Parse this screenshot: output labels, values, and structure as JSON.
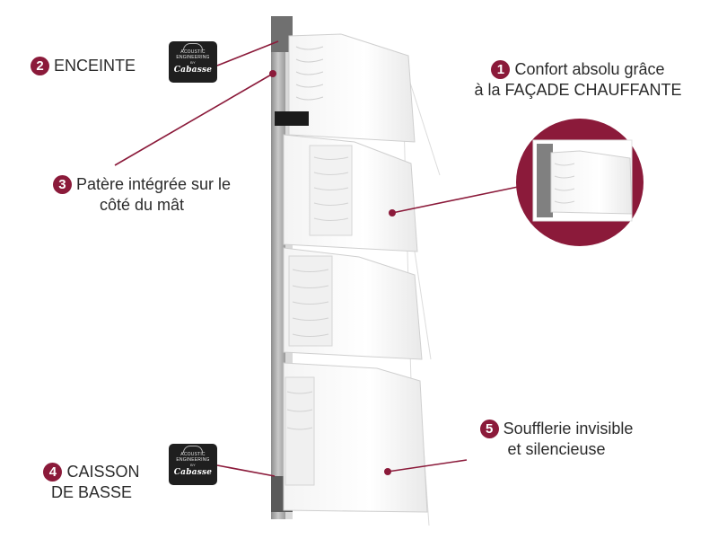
{
  "theme": {
    "accent": "#8b1a3a",
    "line": "#8b1a3a"
  },
  "callouts": [
    {
      "number": "1",
      "lines": [
        "Confort absolu grâce",
        "à la FAÇADE CHAUFFANTE"
      ]
    },
    {
      "number": "2",
      "lines": [
        "ENCEINTE"
      ]
    },
    {
      "number": "3",
      "lines": [
        "Patère intégrée sur le",
        "côté du mât"
      ]
    },
    {
      "number": "4",
      "lines": [
        "CAISSON",
        "DE BASSE"
      ]
    },
    {
      "number": "5",
      "lines": [
        "Soufflerie invisible",
        "et silencieuse"
      ]
    }
  ],
  "logo": {
    "line1": "ACOUSTIC",
    "line2": "ENGINEERING",
    "by": "BY",
    "brand": "Cabasse"
  },
  "icons": [
    "cabasse-logo-icon",
    "zoom-detail-icon",
    "radiator-illustration"
  ]
}
